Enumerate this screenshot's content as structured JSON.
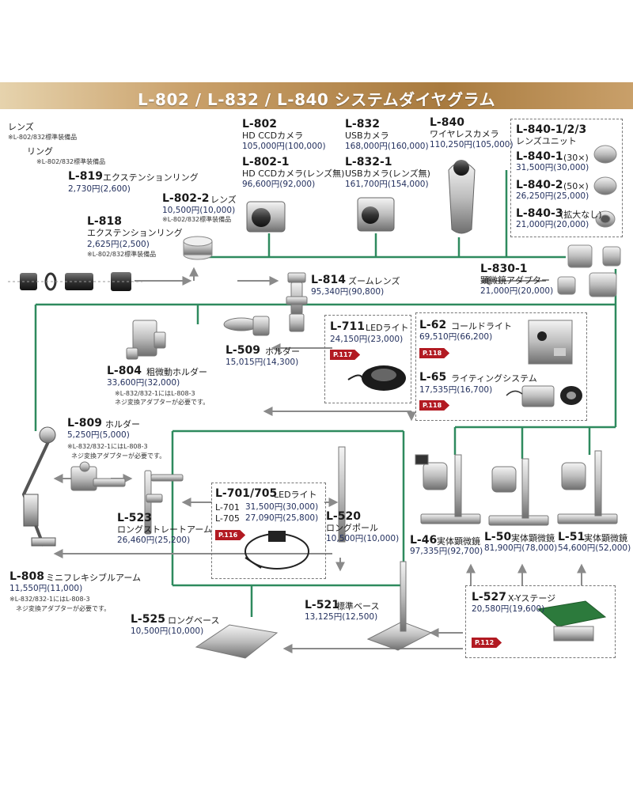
{
  "title": "L-802 / L-832 / L-840 システムダイヤグラム",
  "lens": {
    "label": "レンズ",
    "note": "※L-802/832標準装備品"
  },
  "ring": {
    "label": "リング",
    "note": "※L-802/832標準装備品"
  },
  "l819": {
    "code": "L-819",
    "name": "エクステンションリング",
    "price": "2,730円",
    "tax": "(2,600)"
  },
  "l818": {
    "code": "L-818",
    "name": "エクステンションリング",
    "price": "2,625円",
    "tax": "(2,500)",
    "note": "※L-802/832標準装備品"
  },
  "l802_2": {
    "code": "L-802-2",
    "name": "レンズ",
    "price": "10,500円",
    "tax": "(10,000)",
    "note": "※L-802/832標準装備品"
  },
  "l802": {
    "code": "L-802",
    "name": "HD CCDカメラ",
    "price": "105,000円",
    "tax": "(100,000)"
  },
  "l802_1": {
    "code": "L-802-1",
    "name": "HD CCDカメラ(レンズ無)",
    "price": "96,600円",
    "tax": "(92,000)"
  },
  "l832": {
    "code": "L-832",
    "name": "USBカメラ",
    "price": "168,000円",
    "tax": "(160,000)"
  },
  "l832_1": {
    "code": "L-832-1",
    "name": "USBカメラ(レンズ無)",
    "price": "161,700円",
    "tax": "(154,000)"
  },
  "l840": {
    "code": "L-840",
    "name": "ワイヤレスカメラ",
    "price": "110,250円",
    "tax": "(105,000)"
  },
  "l840u": {
    "code": "L-840-1/2/3",
    "name": "レンズユニット",
    "items": [
      {
        "code": "L-840-1",
        "spec": "(30×)",
        "price": "31,500円",
        "tax": "(30,000)"
      },
      {
        "code": "L-840-2",
        "spec": "(50×)",
        "price": "26,250円",
        "tax": "(25,000)"
      },
      {
        "code": "L-840-3",
        "spec": "(拡大なし)",
        "price": "21,000円",
        "tax": "(20,000)"
      }
    ]
  },
  "l830_1": {
    "code": "L-830-1",
    "name": "顕微鏡アダプター",
    "price": "21,000円",
    "tax": "(20,000)"
  },
  "l814": {
    "code": "L-814",
    "name": "ズームレンズ",
    "price": "95,340円",
    "tax": "(90,800)"
  },
  "l711": {
    "code": "L-711",
    "name": "LEDライト",
    "price": "24,150円",
    "tax": "(23,000)",
    "page": "P.117"
  },
  "l62": {
    "code": "L-62",
    "name": "コールドライト",
    "price": "69,510円",
    "tax": "(66,200)",
    "page": "P.118"
  },
  "l65": {
    "code": "L-65",
    "name": "ライティングシステム",
    "price": "17,535円",
    "tax": "(16,700)",
    "page": "P.118"
  },
  "l509": {
    "code": "L-509",
    "name": "ホルダー",
    "price": "15,015円",
    "tax": "(14,300)"
  },
  "l804": {
    "code": "L-804",
    "name": "粗微動ホルダー",
    "price": "33,600円",
    "tax": "(32,000)",
    "note1": "※L-832/832-1にはL-808-3",
    "note2": "ネジ変換アダプターが必要です。"
  },
  "l809": {
    "code": "L-809",
    "name": "ホルダー",
    "price": "5,250円",
    "tax": "(5,000)",
    "note1": "※L-832/832-1にはL-808-3",
    "note2": "ネジ変換アダプターが必要です。"
  },
  "l523": {
    "code": "L-523",
    "name": "ロングストレートアーム",
    "price": "26,460円",
    "tax": "(25,200)"
  },
  "l701": {
    "code": "L-701/705",
    "name": "LEDライト",
    "page": "P.116",
    "rows": [
      {
        "code": "L-701",
        "price": "31,500円",
        "tax": "(30,000)"
      },
      {
        "code": "L-705",
        "price": "27,090円",
        "tax": "(25,800)"
      }
    ]
  },
  "l520": {
    "code": "L-520",
    "name": "ロングポール",
    "price": "10,500円",
    "tax": "(10,000)"
  },
  "l46": {
    "code": "L-46",
    "name": "実体顕微鏡",
    "price": "97,335円",
    "tax": "(92,700)"
  },
  "l50": {
    "code": "L-50",
    "name": "実体顕微鏡",
    "price": "81,900円",
    "tax": "(78,000)"
  },
  "l51": {
    "code": "L-51",
    "name": "実体顕微鏡",
    "price": "54,600円",
    "tax": "(52,000)"
  },
  "l808": {
    "code": "L-808",
    "name": "ミニフレキシブルアーム",
    "price": "11,550円",
    "tax": "(11,000)",
    "note1": "※L-832/832-1にはL-808-3",
    "note2": "ネジ変換アダプターが必要です。"
  },
  "l521": {
    "code": "L-521",
    "name": "標準ベース",
    "price": "13,125円",
    "tax": "(12,500)"
  },
  "l525": {
    "code": "L-525",
    "name": "ロングベース",
    "price": "10,500円",
    "tax": "(10,000)"
  },
  "l527": {
    "code": "L-527",
    "name": "X-Yステージ",
    "price": "20,580円",
    "tax": "(19,600)",
    "page": "P.112"
  },
  "colors": {
    "connector": "#2e8a5e",
    "arrow": "#8a8a8a",
    "badge": "#b21a22",
    "price": "#23305e"
  }
}
